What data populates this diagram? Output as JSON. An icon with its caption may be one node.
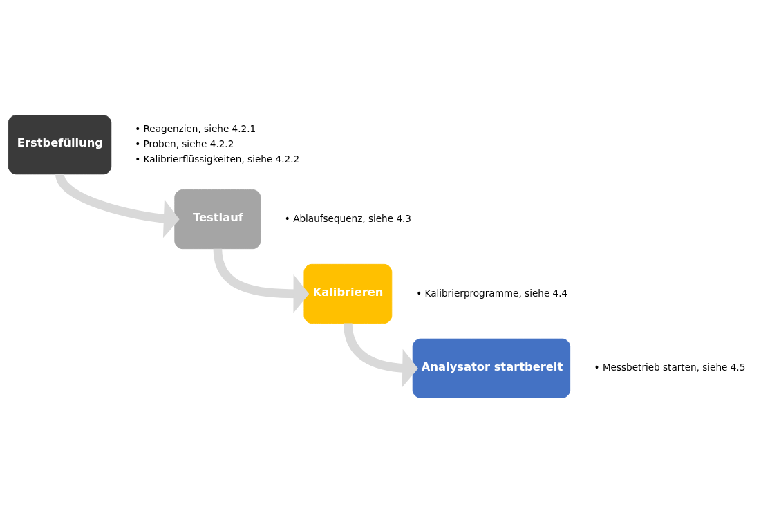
{
  "diagram": {
    "nodes": [
      {
        "text": [
          "Erstbefüllung"
        ],
        "beside": [
          "• Reagenzien, siehe 4.2.1",
          "• Proben, siehe 4.2.2",
          "• Kalibrierflüssigkeiten, siehe 4.2.2"
        ]
      },
      {
        "text": [
          "Testlauf"
        ],
        "beside": [
          "• Ablaufsequenz, siehe 4.3"
        ]
      },
      {
        "text": [
          "Kalibrieren"
        ],
        "beside": [
          "• Kalibrierprogramme, siehe 4.4"
        ]
      },
      {
        "text": [
          "Analysator startbereit"
        ],
        "beside": [
          "• Messbetrieb starten, siehe 4.5"
        ]
      }
    ],
    "edges": [
      {
        "from": 0,
        "to": 1,
        "arrow": "to"
      },
      {
        "from": 1,
        "to": 2,
        "arrow": "to"
      },
      {
        "from": 2,
        "to": 3,
        "arrow": "to"
      }
    ]
  }
}
